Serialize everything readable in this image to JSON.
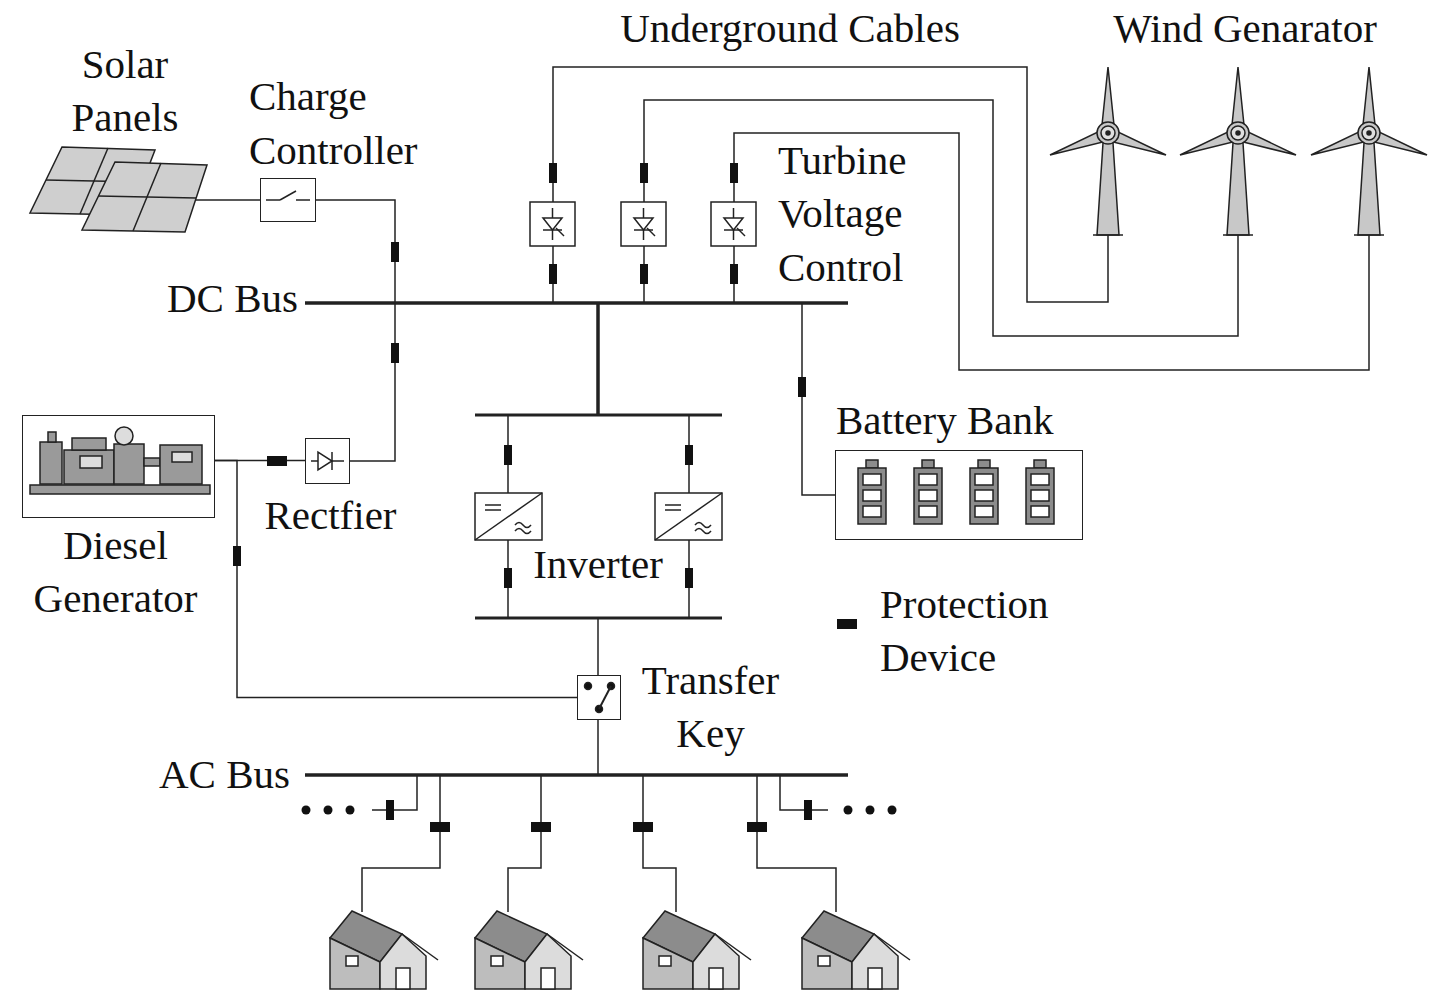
{
  "diagram": {
    "nodes": [
      {
        "text": [
          "Charge Controller"
        ]
      },
      {
        "text": [
          "Diesel Generator"
        ]
      },
      {
        "text": [
          "Rectfier"
        ]
      },
      {
        "text": [
          "Transfer Key"
        ]
      },
      {
        "text": [
          "Battery Bank"
        ]
      }
    ],
    "edges": [
      {
        "from": 1,
        "to": 2,
        "arrow": "none"
      },
      {
        "from": 1,
        "to": 3,
        "arrow": "none"
      }
    ],
    "labels": [
      "Solar Panels",
      "Underground Cables",
      "Wind Genarator",
      "Turbine Voltage Control",
      "DC Bus",
      "Inverter",
      "AC Bus"
    ],
    "legend": [
      {
        "text": "Protection Device"
      }
    ]
  }
}
